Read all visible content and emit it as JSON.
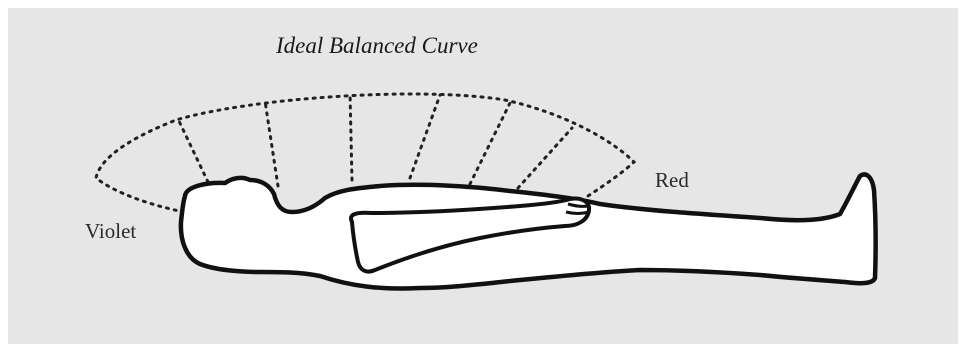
{
  "title": "Ideal Balanced Curve",
  "labels": {
    "left": "Violet",
    "right": "Red"
  },
  "colors": {
    "background": "#ffffff",
    "panel": "#e6e6e6",
    "outline": "#111111",
    "body": "#ffffff"
  }
}
